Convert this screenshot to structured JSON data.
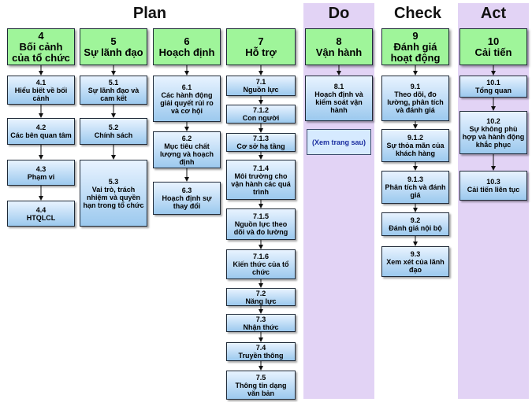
{
  "phases": {
    "plan": "Plan",
    "do": "Do",
    "check": "Check",
    "act": "Act"
  },
  "colors": {
    "band": "#e2d3f5",
    "header": "#9ff59a",
    "box_top": "#e8f3ff",
    "box_bottom": "#9cc9ee",
    "note_text": "#1b2ea0"
  },
  "clauses": [
    {
      "num": "4",
      "title": "Bối cảnh",
      "title2": "của tổ chức",
      "items": [
        {
          "num": "4.1",
          "label": "Hiểu biết về bối cảnh"
        },
        {
          "num": "4.2",
          "label": "Các bên quan tâm"
        },
        {
          "num": "4.3",
          "label": "Phạm vi"
        },
        {
          "num": "4.4",
          "label": "HTQLCL"
        }
      ]
    },
    {
      "num": "5",
      "title": "Sự lãnh đạo",
      "items": [
        {
          "num": "5.1",
          "label": "Sự lãnh đạo và cam kết"
        },
        {
          "num": "5.2",
          "label": "Chính sách"
        },
        {
          "num": "5.3",
          "label": "Vai trò, trách nhiệm và quyền hạn trong tổ chức"
        }
      ]
    },
    {
      "num": "6",
      "title": "Hoạch định",
      "items": [
        {
          "num": "6.1",
          "label": "Các hành động giải quyết rủi ro và cơ hội"
        },
        {
          "num": "6.2",
          "label": "Mục tiêu chất lượng và hoạch định"
        },
        {
          "num": "6.3",
          "label": "Hoạch định sự thay đổi"
        }
      ]
    },
    {
      "num": "7",
      "title": "Hỗ trợ",
      "items": [
        {
          "num": "7.1",
          "label": "Nguồn lực"
        },
        {
          "num": "7.1.2",
          "label": "Con người"
        },
        {
          "num": "7.1.3",
          "label": "Cơ sở hạ tầng"
        },
        {
          "num": "7.1.4",
          "label": "Môi trường cho vận hành các quá trình"
        },
        {
          "num": "7.1.5",
          "label": "Nguồn lực theo dõi và đo lường"
        },
        {
          "num": "7.1.6",
          "label": "Kiến thức của tổ chức"
        },
        {
          "num": "7.2",
          "label": "Năng lực"
        },
        {
          "num": "7.3",
          "label": "Nhận thức"
        },
        {
          "num": "7.4",
          "label": "Truyền thông"
        },
        {
          "num": "7.5",
          "label": "Thông tin dạng văn bản"
        }
      ]
    },
    {
      "num": "8",
      "title": "Vận hành",
      "items": [
        {
          "num": "8.1",
          "label": "Hoạch định và kiểm soát vận hành"
        }
      ],
      "note": "(Xem trang sau)"
    },
    {
      "num": "9",
      "title": "Đánh giá",
      "title2": "hoạt động",
      "items": [
        {
          "num": "9.1",
          "label": "Theo dõi, đo lường, phân tích và đánh giá"
        },
        {
          "num": "9.1.2",
          "label": "Sự thỏa mãn của khách hàng"
        },
        {
          "num": "9.1.3",
          "label": "Phân tích và đánh giá"
        },
        {
          "num": "9.2",
          "label": "Đánh giá nội bộ"
        },
        {
          "num": "9.3",
          "label": "Xem xét của lãnh đạo"
        }
      ]
    },
    {
      "num": "10",
      "title": "Cải tiến",
      "items": [
        {
          "num": "10.1",
          "label": "Tổng quan"
        },
        {
          "num": "10.2",
          "label": "Sự không phù hợp và hành động khắc phục"
        },
        {
          "num": "10.3",
          "label": "Cải tiến liên tục"
        }
      ]
    }
  ]
}
